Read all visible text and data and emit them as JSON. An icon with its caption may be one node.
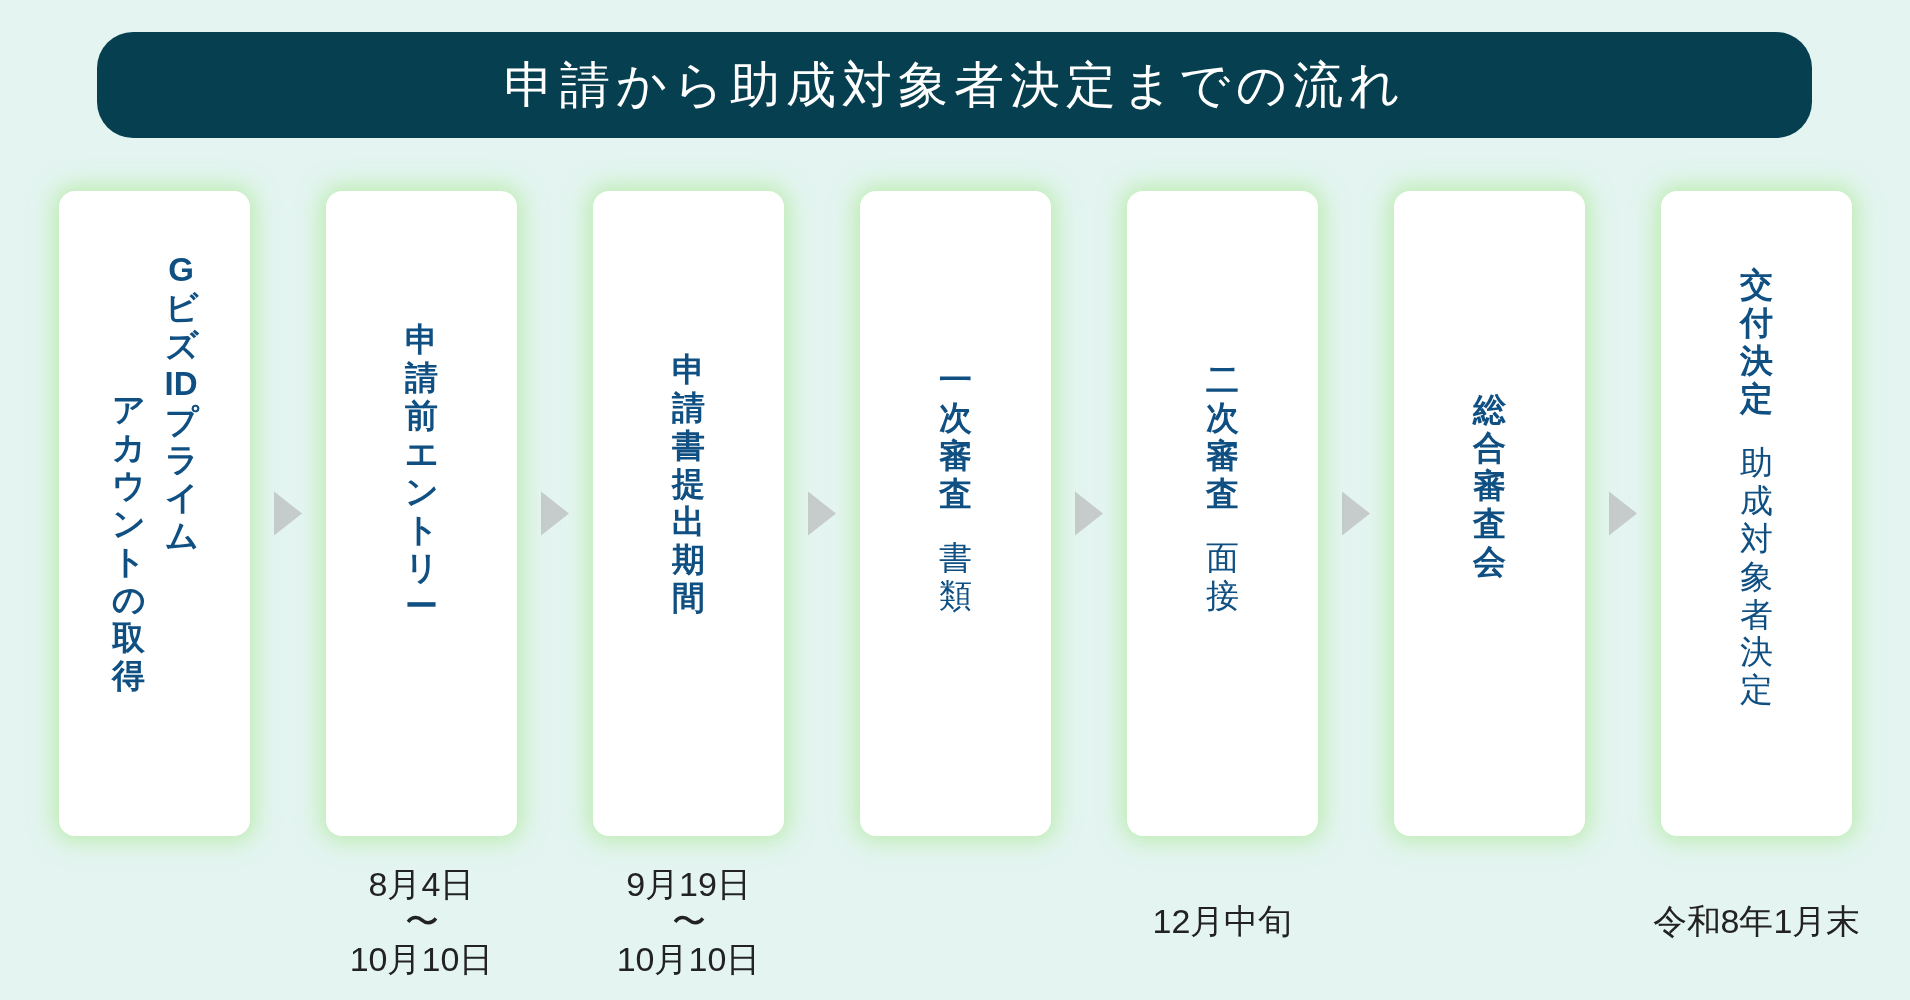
{
  "diagram": {
    "title": "申請から助成対象者決定までの流れ",
    "nodes": [
      {
        "text": [
          "GビズIDプライム",
          "アカウントの取得"
        ]
      },
      {
        "text": [
          "申請前エントリー"
        ],
        "beside": [
          "8月4日",
          "〜",
          "10月10日"
        ]
      },
      {
        "text": [
          "申請書提出期間"
        ],
        "beside": [
          "9月19日",
          "〜",
          "10月10日"
        ]
      },
      {
        "text": [
          "一次審査",
          "書類"
        ]
      },
      {
        "text": [
          "二次審査",
          "面接"
        ],
        "beside": [
          "12月中旬"
        ]
      },
      {
        "text": [
          "総合審査会"
        ]
      },
      {
        "text": [
          "交付決定",
          "助成対象者決定"
        ],
        "beside": [
          "令和8年1月末"
        ]
      }
    ],
    "edges": [
      {
        "from": 0,
        "to": 1,
        "arrow": "to"
      },
      {
        "from": 1,
        "to": 2,
        "arrow": "to"
      },
      {
        "from": 2,
        "to": 3,
        "arrow": "to"
      },
      {
        "from": 3,
        "to": 4,
        "arrow": "to"
      },
      {
        "from": 4,
        "to": 5,
        "arrow": "to"
      },
      {
        "from": 5,
        "to": 6,
        "arrow": "to"
      }
    ]
  }
}
